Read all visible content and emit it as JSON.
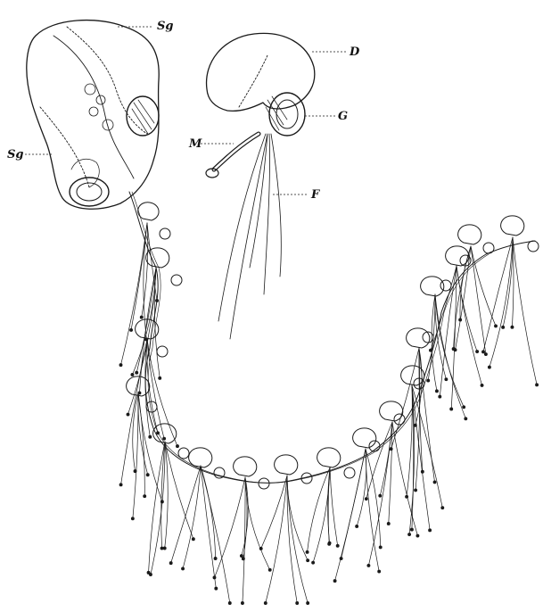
{
  "labels": {
    "sg_top": "Sg",
    "sg_left": "Sg",
    "d": "D",
    "g": "G",
    "m": "M",
    "f": "F"
  },
  "colors": {
    "ink": "#1a1a1a",
    "paper": "#ffffff"
  }
}
